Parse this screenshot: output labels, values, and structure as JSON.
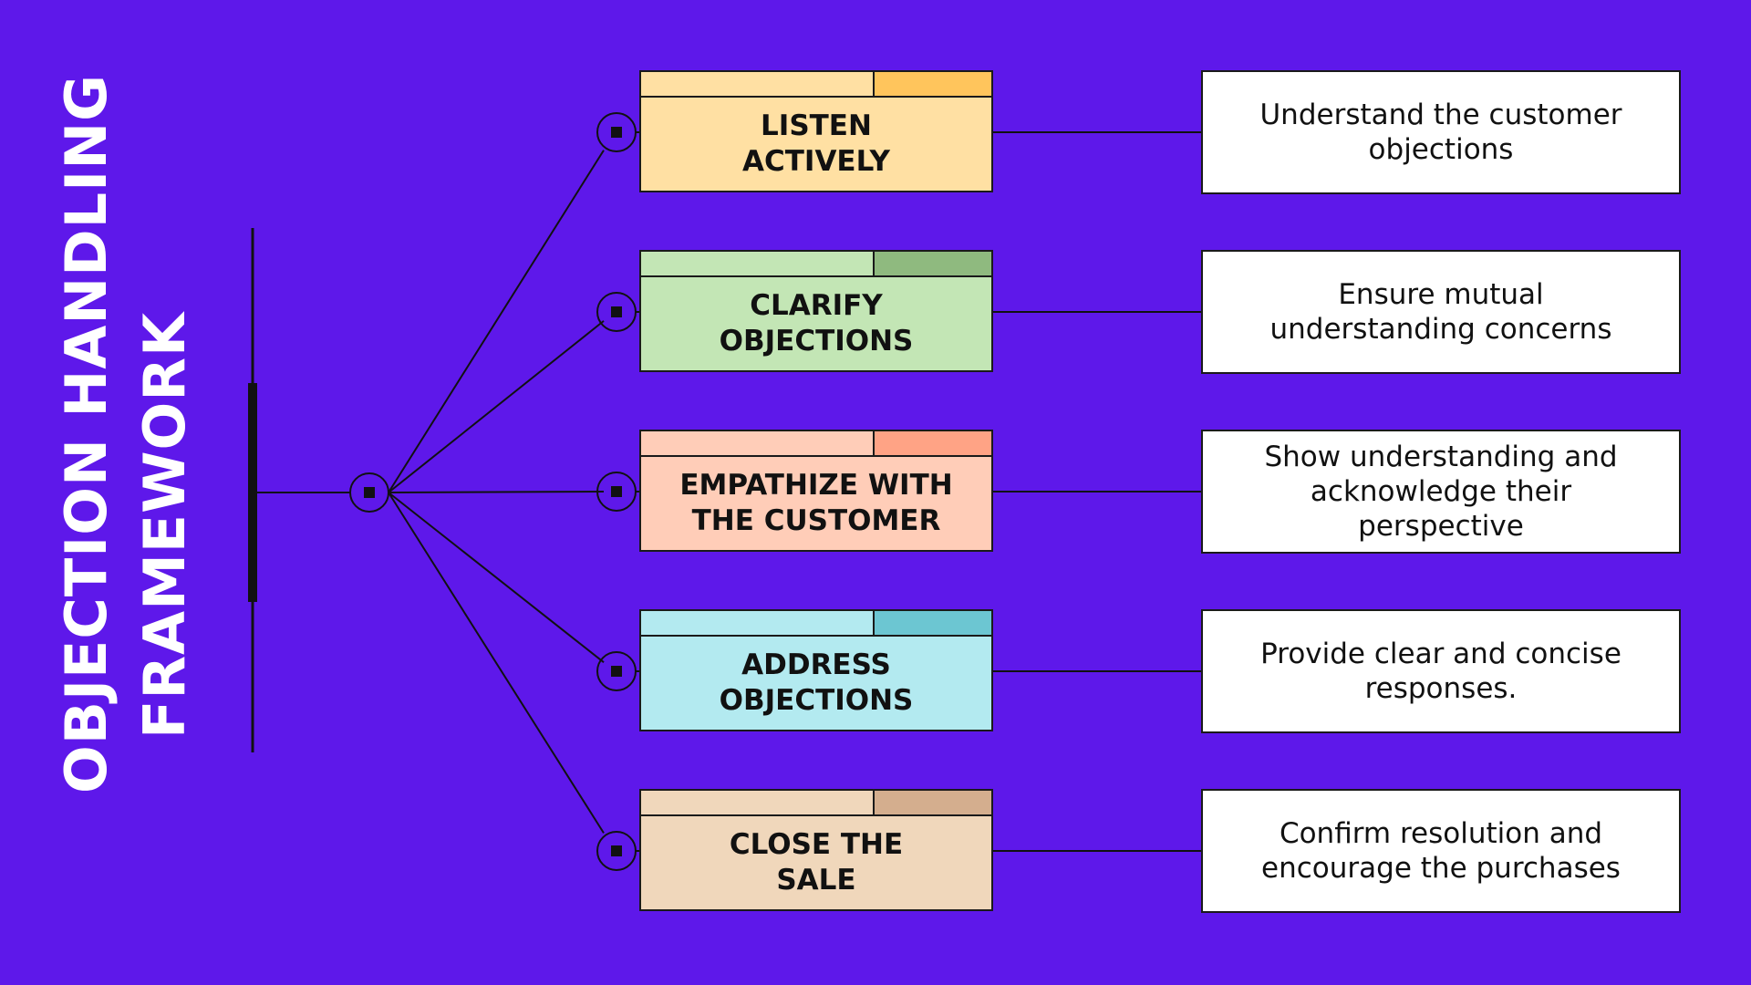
{
  "title": {
    "line1": "OBJECTION HANDLING",
    "line2": "FRAMEWORK"
  },
  "steps": [
    {
      "label": "LISTEN\nACTIVELY",
      "description": "Understand the customer\nobjections",
      "fill": "#ffe0a3",
      "accent": "#ffc55c"
    },
    {
      "label": "CLARIFY\nOBJECTIONS",
      "description": "Ensure mutual\nunderstanding concerns",
      "fill": "#c3e6b5",
      "accent": "#8fba7f"
    },
    {
      "label": "EMPATHIZE WITH\nTHE CUSTOMER",
      "description": "Show understanding and\nacknowledge  their\nperspective",
      "fill": "#ffcdb8",
      "accent": "#ffa385"
    },
    {
      "label": "ADDRESS\nOBJECTIONS",
      "description": "Provide clear and concise\nresponses.",
      "fill": "#b3eaf0",
      "accent": "#6cc6d2"
    },
    {
      "label": "CLOSE THE\nSALE",
      "description": "Confirm resolution and\nencourage the purchases",
      "fill": "#f0d7bb",
      "accent": "#d4ae8e"
    }
  ],
  "colors": {
    "background": "#5e18ea",
    "line": "#111111",
    "title": "#ffffff"
  },
  "icons": {
    "hub": "circle-dot-icon",
    "node": "circle-dot-icon"
  }
}
